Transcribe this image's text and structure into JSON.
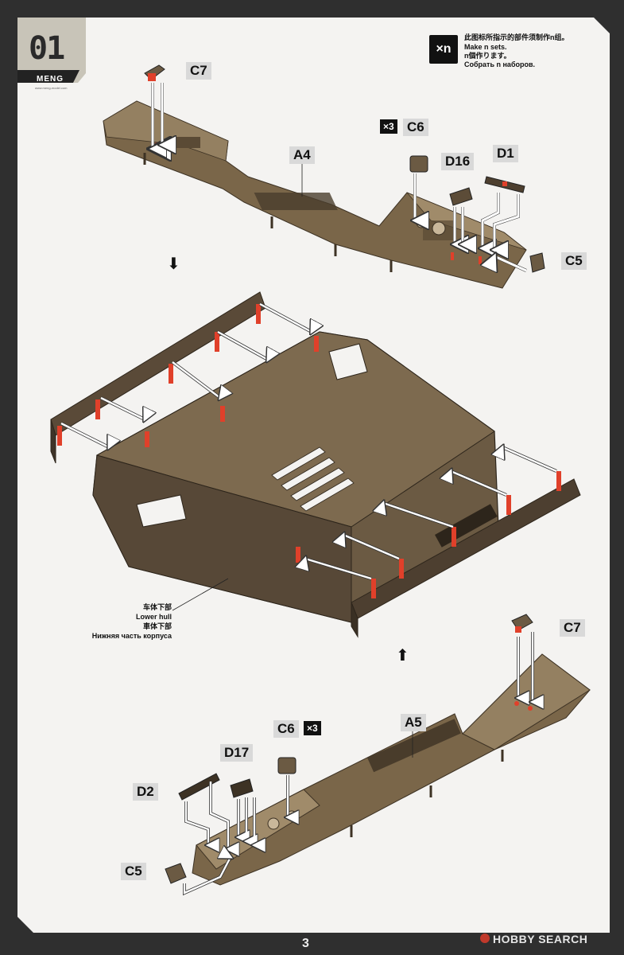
{
  "step": {
    "number": "01",
    "brand": "MENG",
    "brand_sub": "www.meng-model.com"
  },
  "legend": {
    "symbol": "×n",
    "lines": [
      "此图标所指示的部件须制作n组。",
      "Make n sets.",
      "n個作ります。",
      "Собрать n наборов."
    ]
  },
  "callouts": {
    "c7_top": "C7",
    "c6_top": "C6",
    "c6_top_mult": "×3",
    "a4": "A4",
    "d16": "D16",
    "d1": "D1",
    "c5_top": "C5",
    "c7_bottom": "C7",
    "a5": "A5",
    "c6_bottom": "C6",
    "c6_bottom_mult": "×3",
    "d17": "D17",
    "d2": "D2",
    "c5_bottom": "C5"
  },
  "assembly_arrows": {
    "down": "⬇",
    "up": "⬆"
  },
  "hull_label": {
    "zh": "车体下部",
    "en": "Lower hull",
    "ja": "車体下部",
    "ru": "Нижняя часть корпуса"
  },
  "page_number": "3",
  "watermark": "HOBBY SEARCH",
  "colors": {
    "part": "#6b5a43",
    "part_light": "#8a7658",
    "part_dark": "#4a3d2d",
    "accent": "#e0402a",
    "arrow": "#ffffff"
  }
}
